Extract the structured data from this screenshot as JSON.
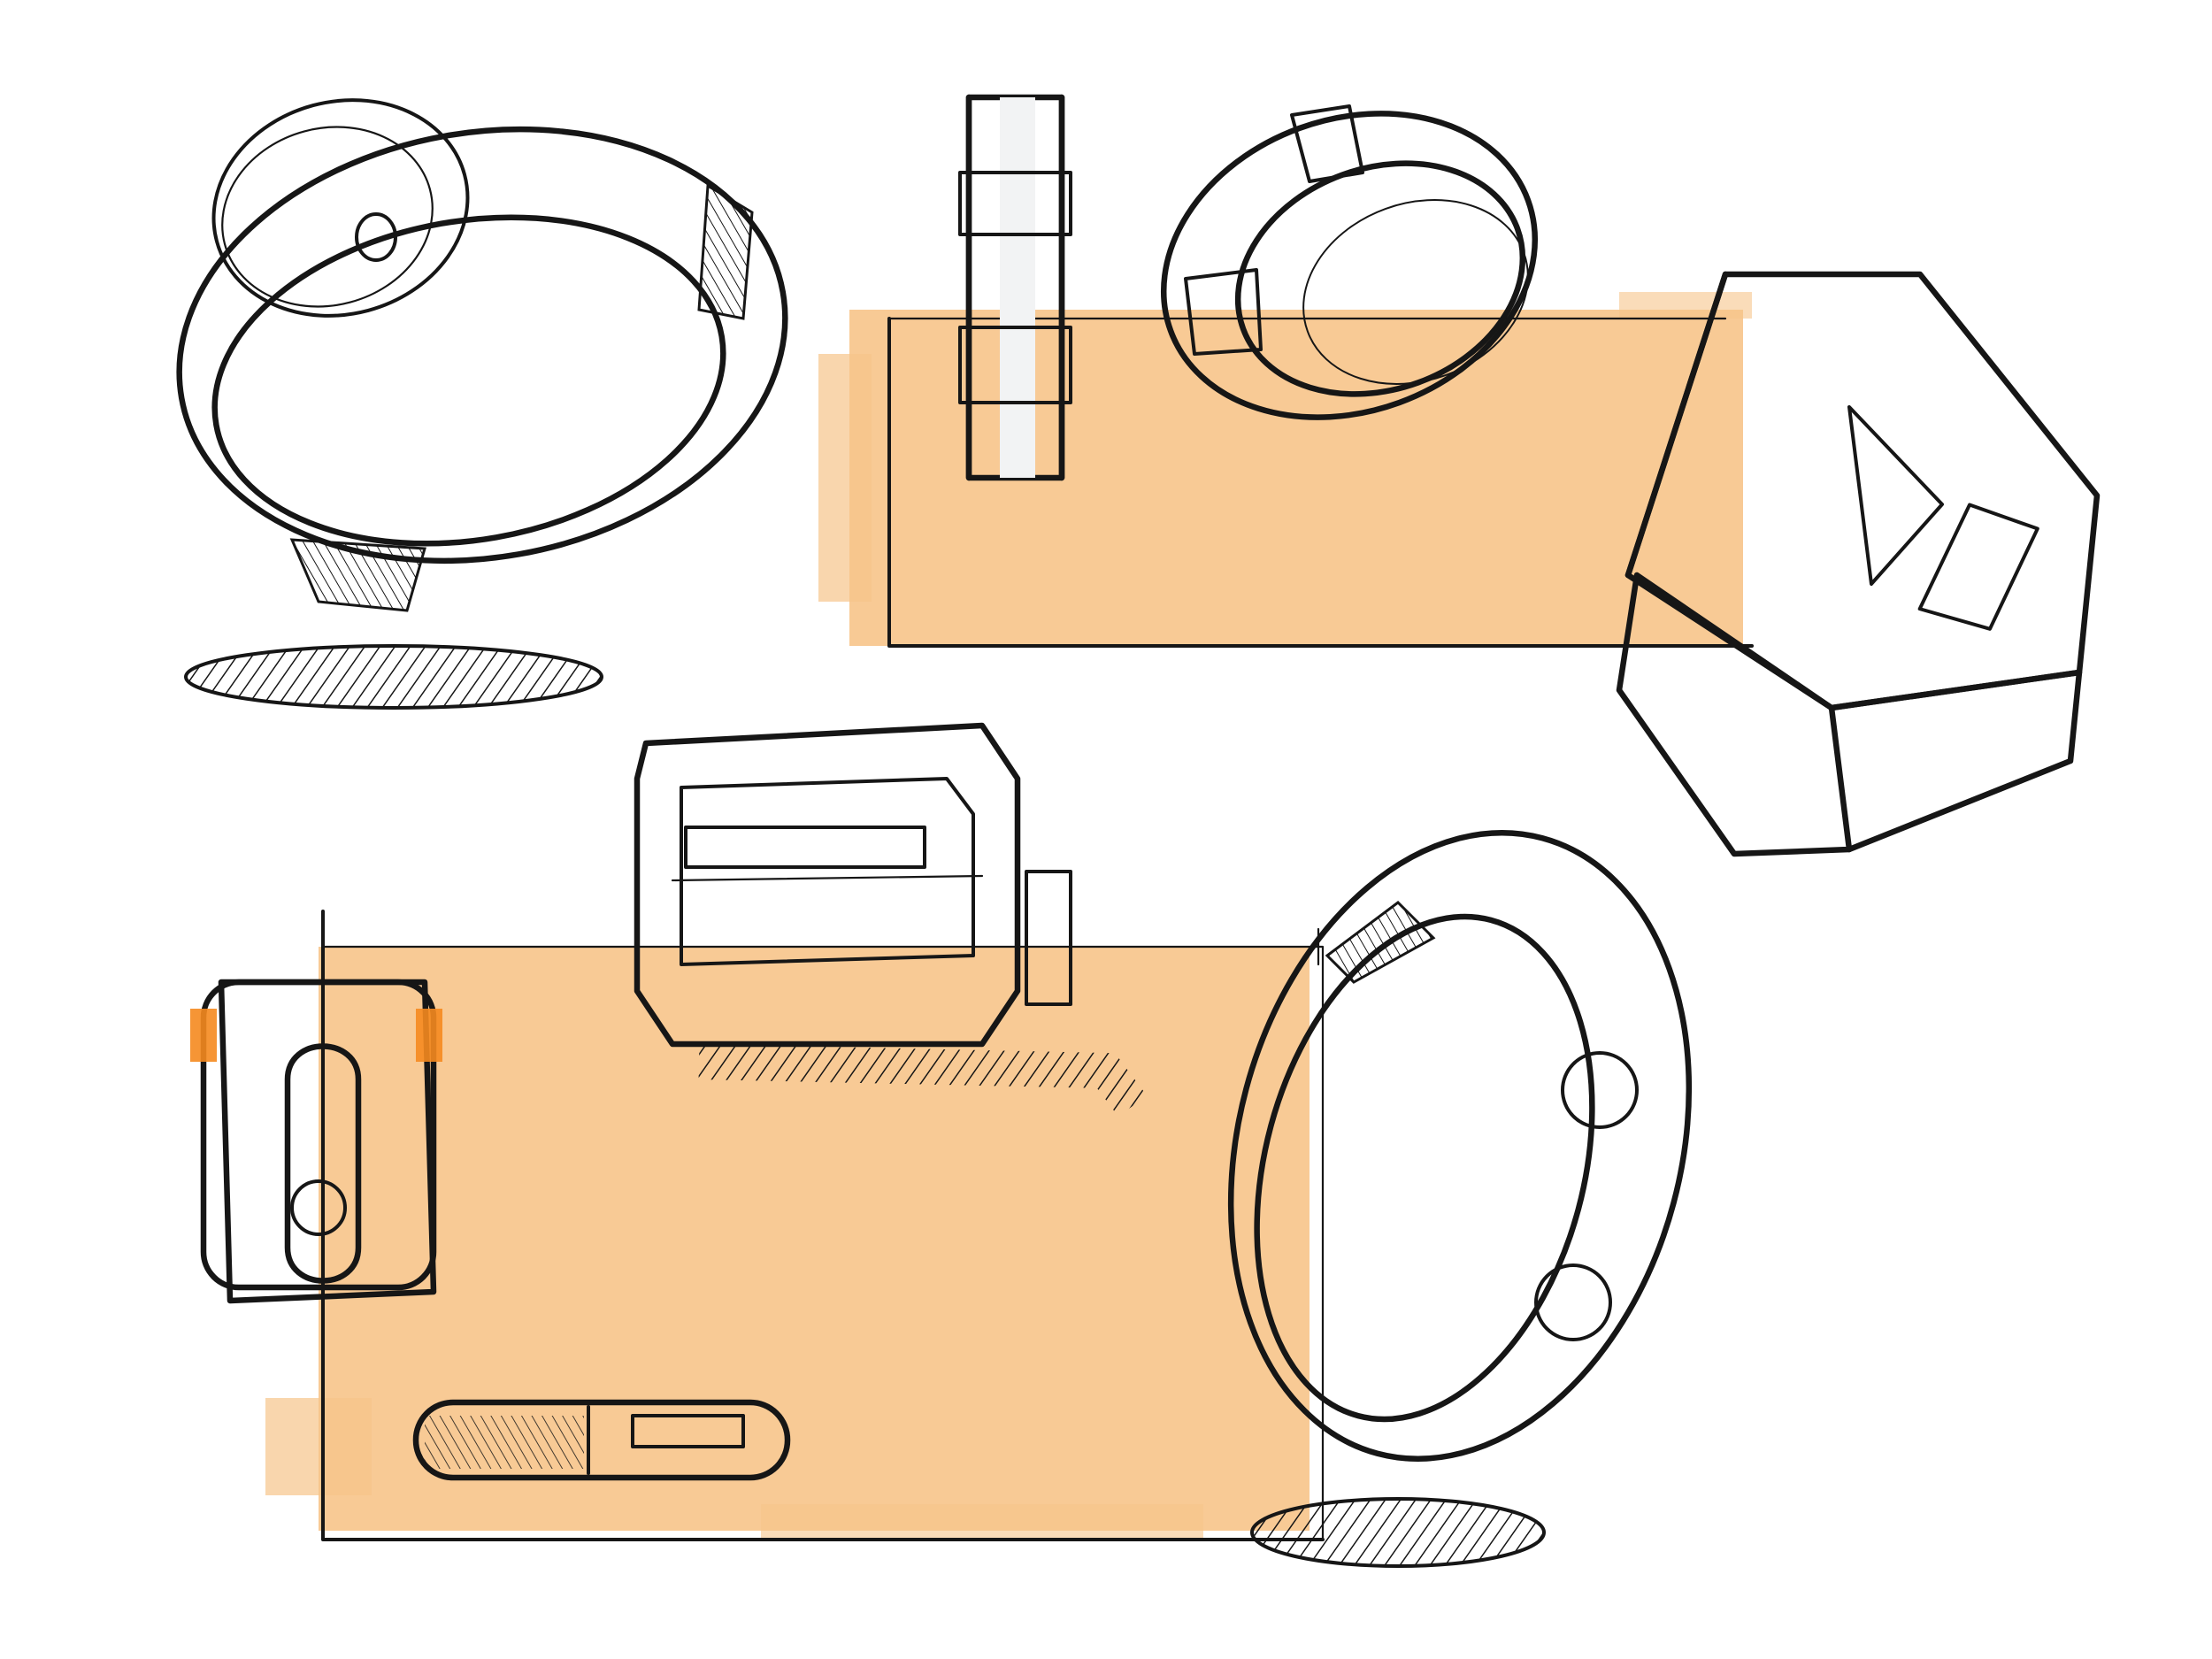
{
  "artwork": {
    "kind": "hand-drawn product sketch sheet",
    "palette": {
      "paper": "#ffffff",
      "ink": "#161616",
      "marker_orange": "#f58a1f",
      "backdrop_orange": "#f7c48a",
      "cool_grey": "#b9bcc0",
      "light_grey": "#e4e5e7"
    },
    "subjects": [
      "smart-ring-with-round-face",
      "ring-side-profile-with-orange-bands",
      "ring-with-orange-segments",
      "square-signet-ring-with-triangle",
      "boxy-ring-with-orange-strip",
      "ring-top-view-with-orange-button",
      "slim-ring-side-view-with-orange-slot",
      "wide-band-ring-with-two-orange-buttons"
    ]
  }
}
